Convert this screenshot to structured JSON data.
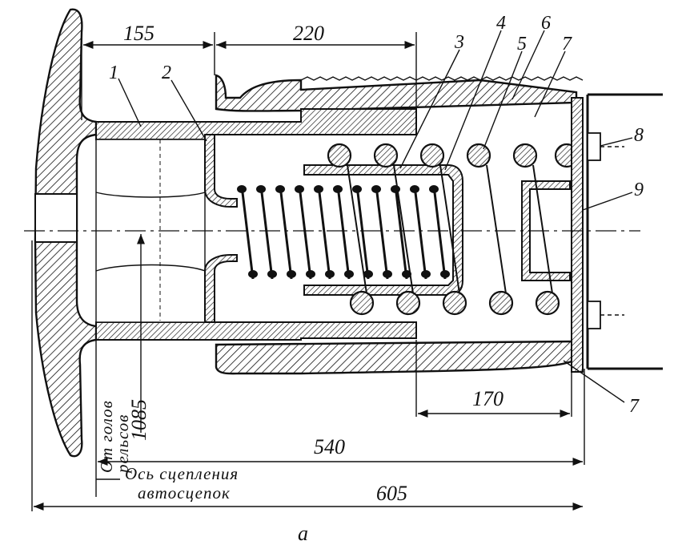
{
  "drawing": {
    "caption": "а",
    "dimensions": {
      "d155": "155",
      "d220": "220",
      "d170": "170",
      "d540": "540",
      "d605": "605"
    },
    "part_numbers": {
      "p1": "1",
      "p2": "2",
      "p3": "3",
      "p4": "4",
      "p5": "5",
      "p6": "6",
      "p7_top": "7",
      "p7_bottom": "7",
      "p8": "8",
      "p9": "9"
    },
    "vertical_note": {
      "line1": "От голов",
      "line2": "рельсов",
      "line3": "1085"
    },
    "axis_note": {
      "line1": "Ось сцепления",
      "line2": "автосцепок"
    }
  }
}
